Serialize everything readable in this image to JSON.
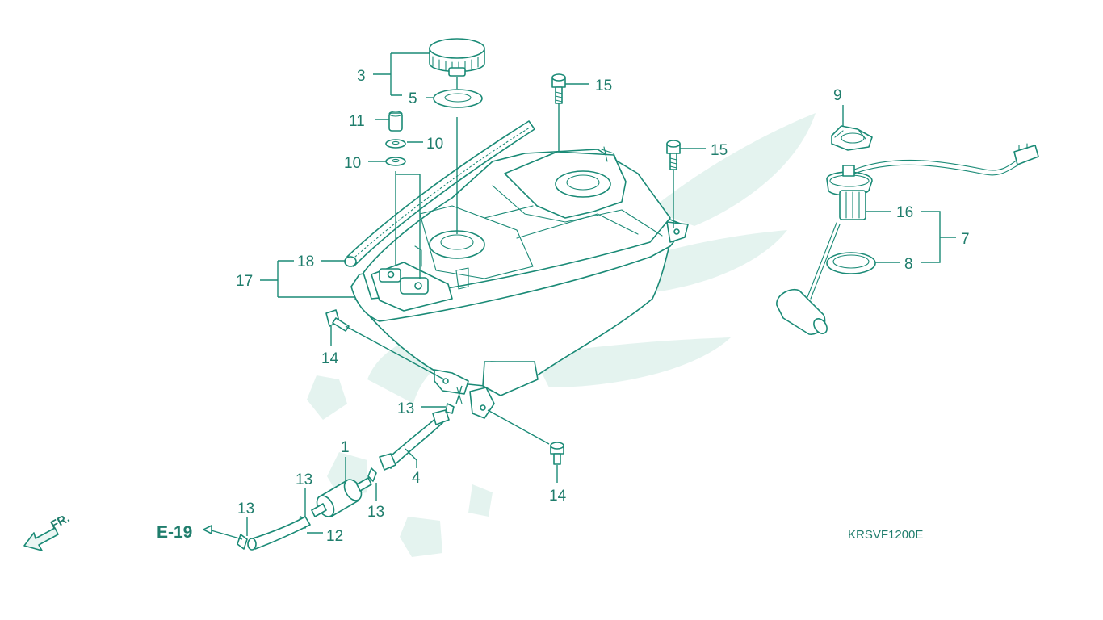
{
  "diagram": {
    "diagram_code": "KRSVF1200E",
    "direction_label": "FR.",
    "reference_label": "E-19",
    "colors": {
      "line": "#1a8a76",
      "text": "#1f7d6c",
      "watermark": "#e4f3ef"
    },
    "callouts": {
      "c1": "1",
      "c3": "3",
      "c4": "4",
      "c5": "5",
      "c7": "7",
      "c8": "8",
      "c9": "9",
      "c10a": "10",
      "c10b": "10",
      "c11": "11",
      "c12": "12",
      "c13a": "13",
      "c13b": "13",
      "c13c": "13",
      "c13d": "13",
      "c14a": "14",
      "c14b": "14",
      "c15a": "15",
      "c15b": "15",
      "c16": "16",
      "c17": "17",
      "c18": "18"
    }
  }
}
